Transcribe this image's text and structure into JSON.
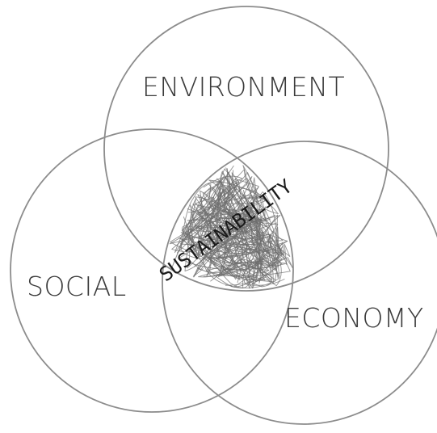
{
  "diagram": {
    "sets": [
      {
        "id": "environment",
        "label": "ENVIRONMENT"
      },
      {
        "id": "social",
        "label": "SOCIAL"
      },
      {
        "id": "economy",
        "label": "ECONOMY"
      }
    ],
    "intersection_label": "SUSTAINABILITY",
    "colors": {
      "circle_stroke": "#8c8c8c",
      "scribble": "#6e6e6e",
      "text": "#3a3a3a"
    }
  }
}
